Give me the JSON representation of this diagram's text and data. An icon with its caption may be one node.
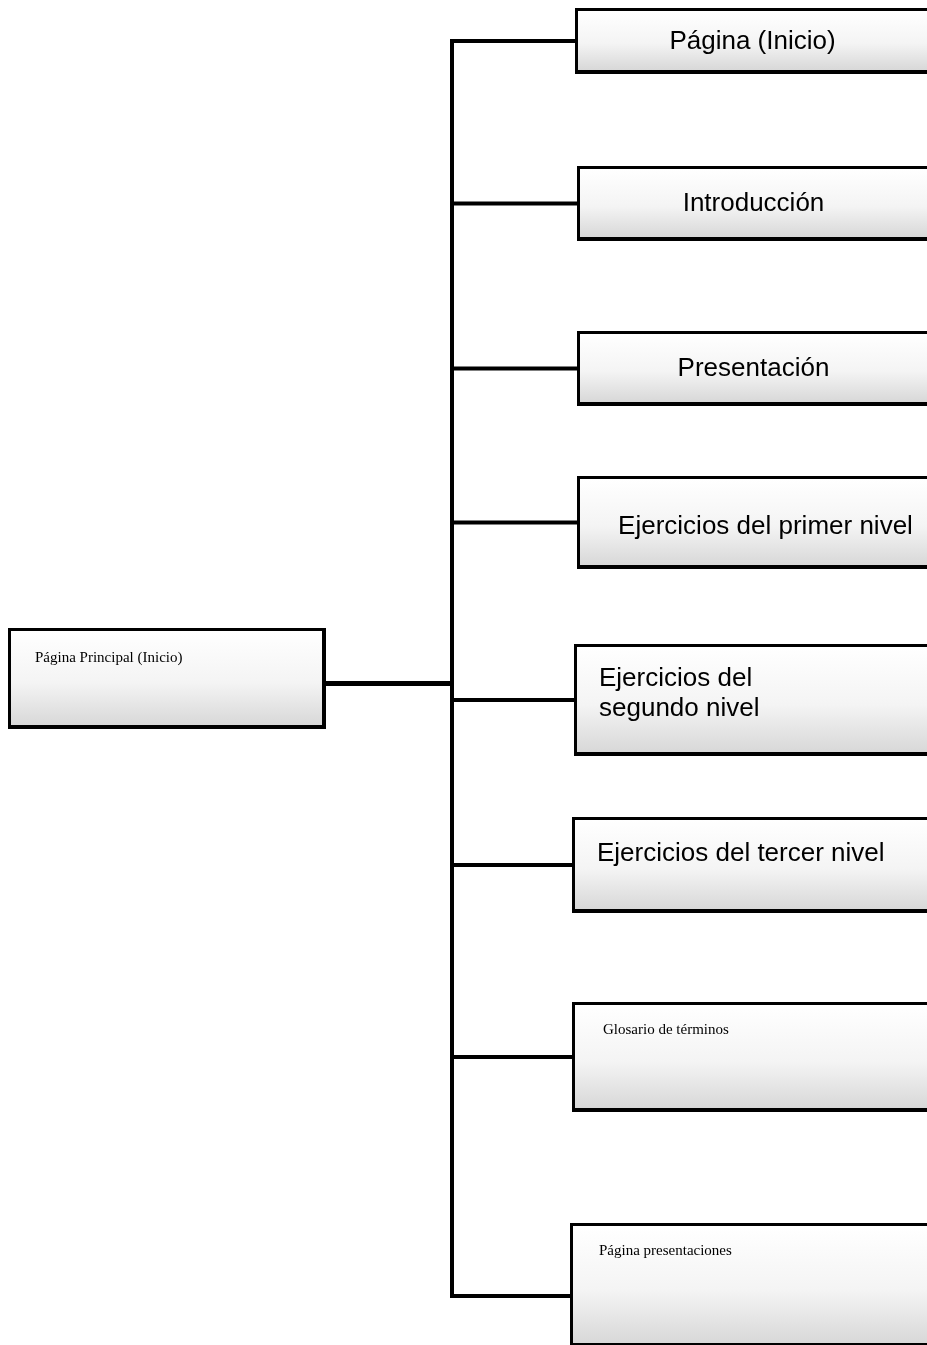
{
  "diagram": {
    "nodes": [
      {
        "text": [
          "Página Principal (Inicio)"
        ]
      },
      {
        "text": [
          "Página (Inicio)"
        ]
      },
      {
        "text": [
          "Introducción"
        ]
      },
      {
        "text": [
          "Presentación"
        ]
      },
      {
        "text": [
          "Ejercicios del primer nivel"
        ]
      },
      {
        "text": [
          "Ejercicios del segundo nivel"
        ]
      },
      {
        "text": [
          "Ejercicios del tercer nivel"
        ]
      },
      {
        "text": [
          "Glosario de términos"
        ]
      },
      {
        "text": [
          "Página presentaciones"
        ]
      }
    ],
    "edges": [
      {
        "from": 0,
        "to": 1,
        "arrow": "none"
      },
      {
        "from": 0,
        "to": 2,
        "arrow": "none"
      },
      {
        "from": 0,
        "to": 3,
        "arrow": "none"
      },
      {
        "from": 0,
        "to": 4,
        "arrow": "none"
      },
      {
        "from": 0,
        "to": 5,
        "arrow": "none"
      },
      {
        "from": 0,
        "to": 6,
        "arrow": "none"
      },
      {
        "from": 0,
        "to": 7,
        "arrow": "none"
      },
      {
        "from": 0,
        "to": 8,
        "arrow": "none"
      }
    ]
  }
}
